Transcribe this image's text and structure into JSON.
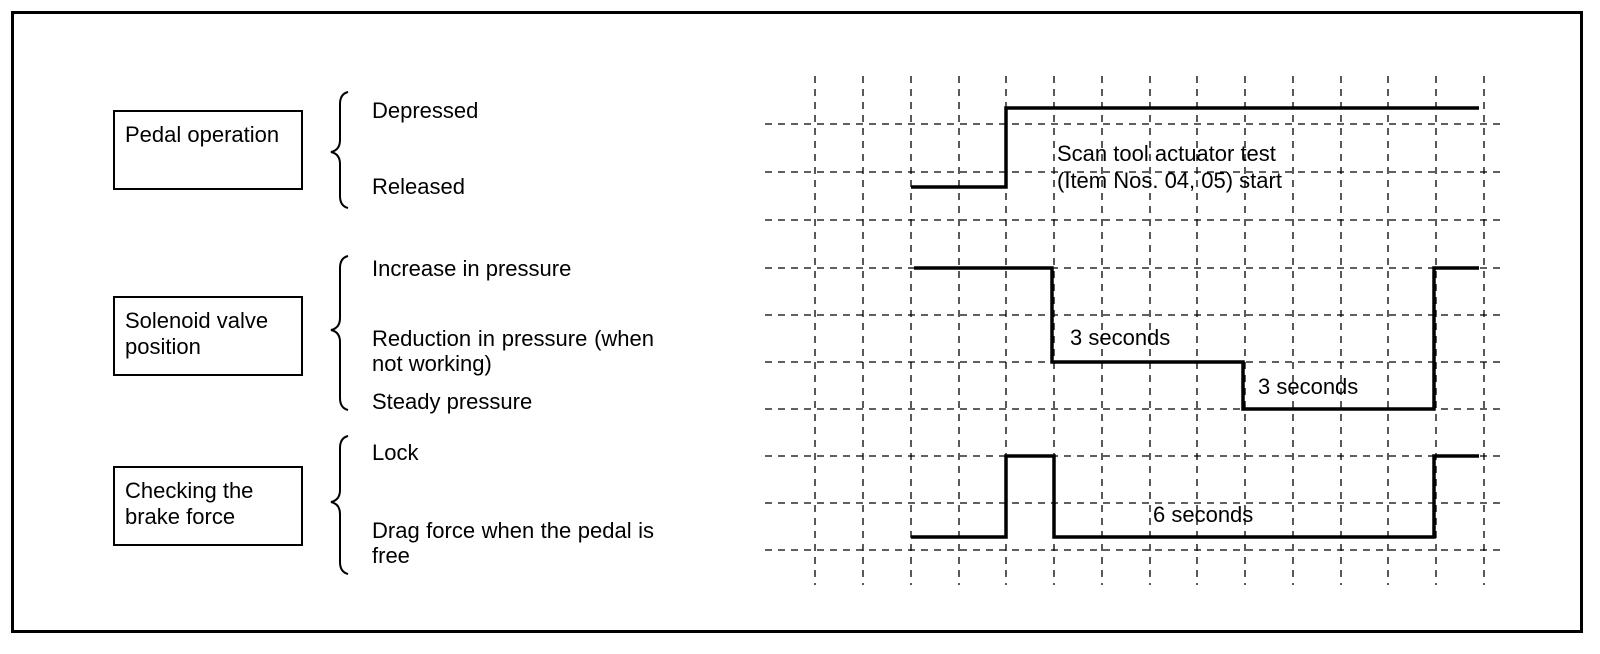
{
  "rows": [
    {
      "id": "pedal",
      "label": "Pedal operation",
      "states": [
        "Depressed",
        "Released"
      ]
    },
    {
      "id": "solenoid",
      "label": "Solenoid valve position",
      "states": [
        "Increase in pressure",
        "Reduction in pressure (when not working)",
        "Steady pressure"
      ]
    },
    {
      "id": "brake",
      "label": "Checking the brake force",
      "states": [
        "Lock",
        "Drag force when the pedal is free"
      ]
    }
  ],
  "annotations": {
    "scan_line1": "Scan tool actuator test",
    "scan_line2": "(Item Nos. 04, 05) start",
    "sec3_a": "3 seconds",
    "sec3_b": "3 seconds",
    "sec6": "6 seconds"
  }
}
